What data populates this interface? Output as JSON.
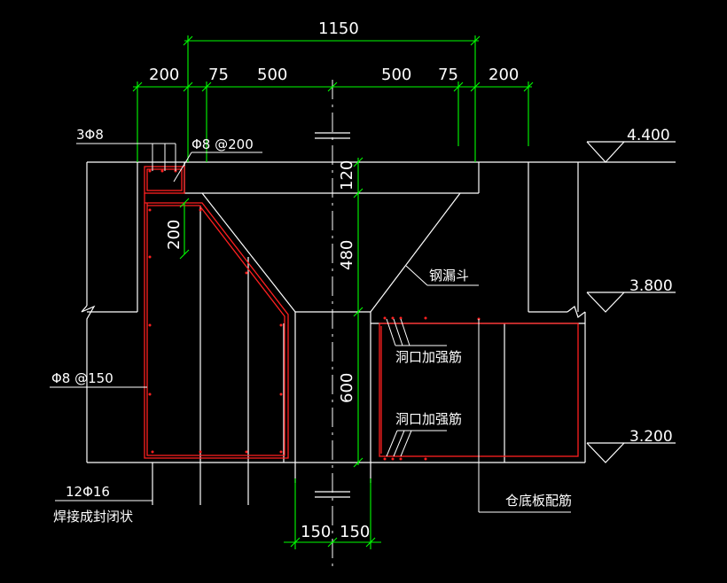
{
  "dimensions": {
    "top_total": "1150",
    "seg_left_wall": "200",
    "seg_left_75": "75",
    "seg_left_500": "500",
    "seg_right_500": "500",
    "seg_right_75": "75",
    "seg_right_wall": "200",
    "vert_120": "120",
    "vert_480": "480",
    "vert_600": "600",
    "vert_200": "200",
    "bottom_150_left": "150",
    "bottom_150_right": "150"
  },
  "levels": {
    "top": "4.400",
    "mid": "3.800",
    "bottom": "3.200"
  },
  "rebar_labels": {
    "top_bars": "3Φ8",
    "stirrup_200": "Φ8 @200",
    "stirrup_150": "Φ8 @150",
    "main_bars": "12Φ16",
    "weld_note": "焊接成封闭状",
    "steel_funnel": "钢漏斗",
    "opening_rebar_1": "洞口加强筋",
    "opening_rebar_2": "洞口加强筋",
    "slab_rebar": "仓底板配筋"
  },
  "colors": {
    "background": "#000000",
    "outline": "#ffffff",
    "dimension": "#00ff00",
    "rebar": "#ff0000"
  }
}
